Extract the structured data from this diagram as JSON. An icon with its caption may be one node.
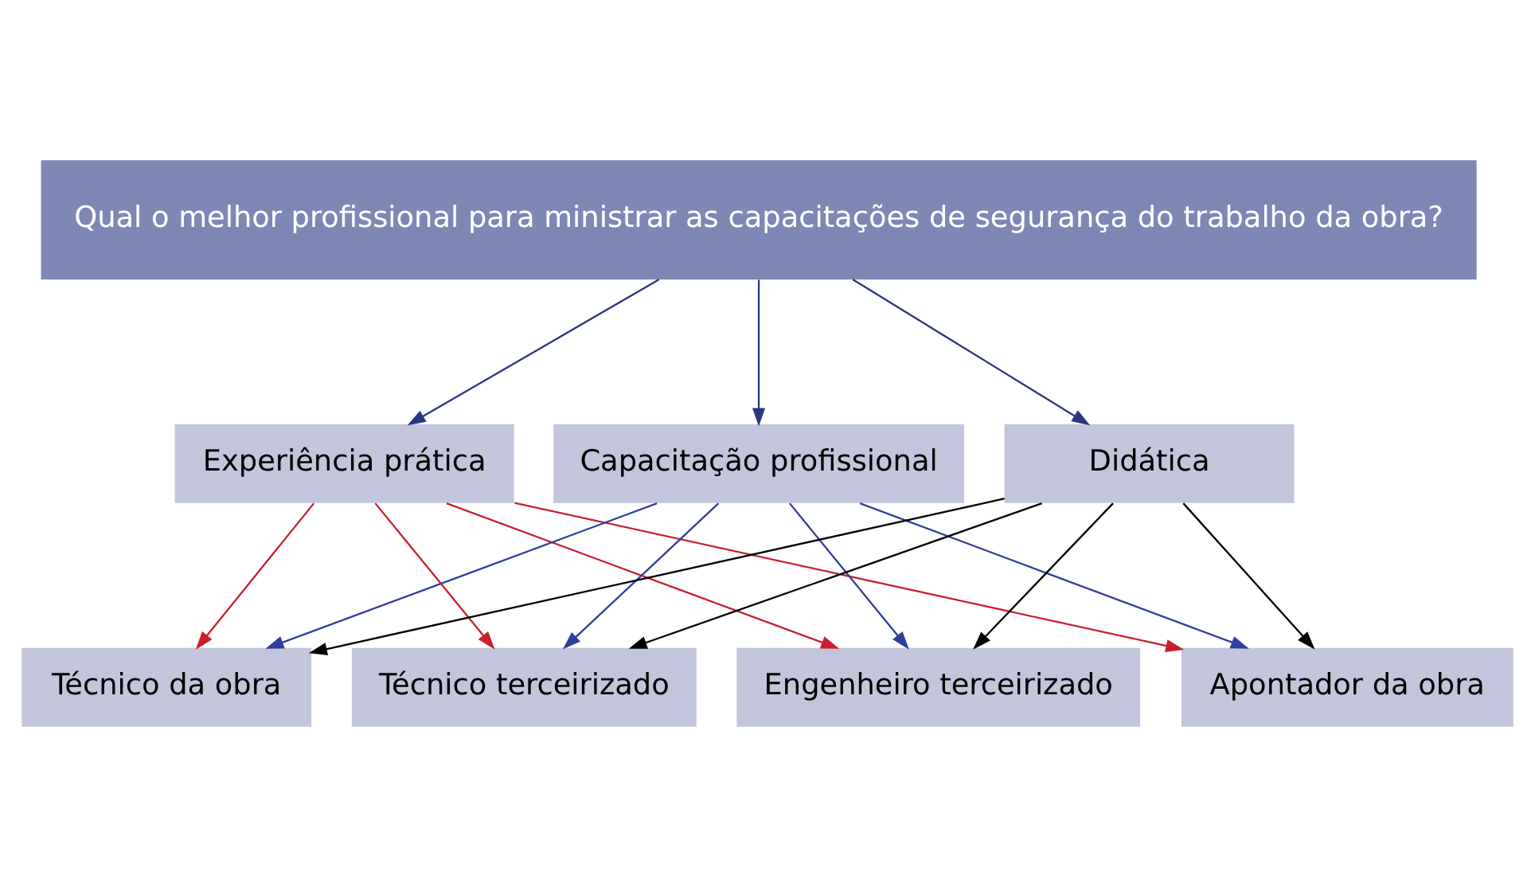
{
  "diagram": {
    "nodes": [
      {
        "text": [
          "Qual o melhor profissional para ministrar as capacitações de segurança do trabalho da obra?"
        ]
      },
      {
        "text": [
          "Experiência prática"
        ]
      },
      {
        "text": [
          "Capacitação profissional"
        ]
      },
      {
        "text": [
          "Didática"
        ]
      },
      {
        "text": [
          "Técnico da obra"
        ]
      },
      {
        "text": [
          "Técnico terceirizado"
        ]
      },
      {
        "text": [
          "Engenheiro terceirizado"
        ]
      },
      {
        "text": [
          "Apontador da obra"
        ]
      }
    ],
    "edges": [
      {
        "from": 0,
        "to": 1,
        "arrow": "to",
        "color": "#2b3585"
      },
      {
        "from": 0,
        "to": 2,
        "arrow": "to",
        "color": "#2b3585"
      },
      {
        "from": 0,
        "to": 3,
        "arrow": "to",
        "color": "#2b3585"
      },
      {
        "from": 1,
        "to": 4,
        "arrow": "to",
        "color": "#c8202e"
      },
      {
        "from": 1,
        "to": 5,
        "arrow": "to",
        "color": "#c8202e"
      },
      {
        "from": 1,
        "to": 6,
        "arrow": "to",
        "color": "#c8202e"
      },
      {
        "from": 1,
        "to": 7,
        "arrow": "to",
        "color": "#c8202e"
      },
      {
        "from": 2,
        "to": 4,
        "arrow": "to",
        "color": "#2e3f9e"
      },
      {
        "from": 2,
        "to": 5,
        "arrow": "to",
        "color": "#2e3f9e"
      },
      {
        "from": 2,
        "to": 6,
        "arrow": "to",
        "color": "#2e3f9e"
      },
      {
        "from": 2,
        "to": 7,
        "arrow": "to",
        "color": "#2e3f9e"
      },
      {
        "from": 3,
        "to": 4,
        "arrow": "to",
        "color": "#000000"
      },
      {
        "from": 3,
        "to": 5,
        "arrow": "to",
        "color": "#000000"
      },
      {
        "from": 3,
        "to": 6,
        "arrow": "to",
        "color": "#000000"
      },
      {
        "from": 3,
        "to": 7,
        "arrow": "to",
        "color": "#000000"
      }
    ]
  }
}
